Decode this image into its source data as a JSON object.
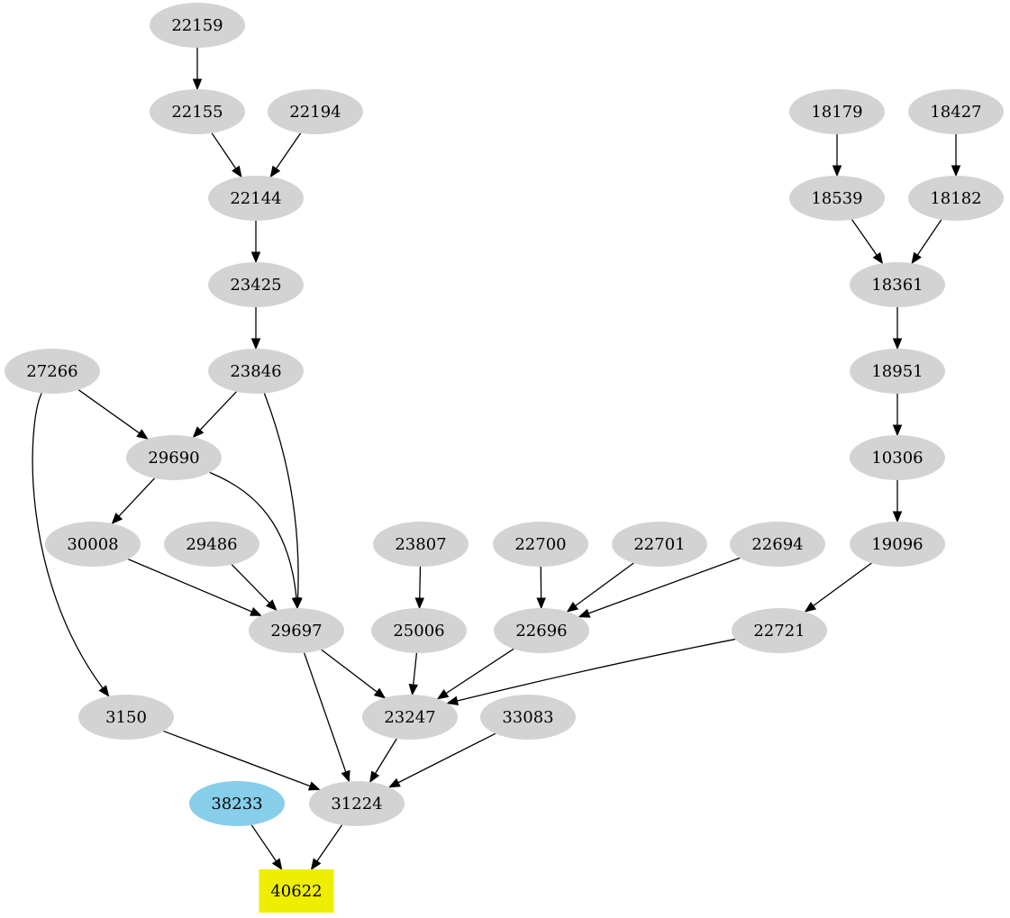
{
  "graph": {
    "colors": {
      "default_node": "#d3d3d3",
      "source_node": "#87ceeb",
      "target_node": "#eeee00",
      "edge": "#000000"
    },
    "nodes": [
      {
        "id": "22159",
        "label": "22159",
        "shape": "ellipse",
        "role": "default"
      },
      {
        "id": "22155",
        "label": "22155",
        "shape": "ellipse",
        "role": "default"
      },
      {
        "id": "22194",
        "label": "22194",
        "shape": "ellipse",
        "role": "default"
      },
      {
        "id": "22144",
        "label": "22144",
        "shape": "ellipse",
        "role": "default"
      },
      {
        "id": "23425",
        "label": "23425",
        "shape": "ellipse",
        "role": "default"
      },
      {
        "id": "27266",
        "label": "27266",
        "shape": "ellipse",
        "role": "default"
      },
      {
        "id": "23846",
        "label": "23846",
        "shape": "ellipse",
        "role": "default"
      },
      {
        "id": "29690",
        "label": "29690",
        "shape": "ellipse",
        "role": "default"
      },
      {
        "id": "30008",
        "label": "30008",
        "shape": "ellipse",
        "role": "default"
      },
      {
        "id": "29486",
        "label": "29486",
        "shape": "ellipse",
        "role": "default"
      },
      {
        "id": "23807",
        "label": "23807",
        "shape": "ellipse",
        "role": "default"
      },
      {
        "id": "22700",
        "label": "22700",
        "shape": "ellipse",
        "role": "default"
      },
      {
        "id": "22701",
        "label": "22701",
        "shape": "ellipse",
        "role": "default"
      },
      {
        "id": "22694",
        "label": "22694",
        "shape": "ellipse",
        "role": "default"
      },
      {
        "id": "19096",
        "label": "19096",
        "shape": "ellipse",
        "role": "default"
      },
      {
        "id": "29697",
        "label": "29697",
        "shape": "ellipse",
        "role": "default"
      },
      {
        "id": "25006",
        "label": "25006",
        "shape": "ellipse",
        "role": "default"
      },
      {
        "id": "22696",
        "label": "22696",
        "shape": "ellipse",
        "role": "default"
      },
      {
        "id": "22721",
        "label": "22721",
        "shape": "ellipse",
        "role": "default"
      },
      {
        "id": "3150",
        "label": "3150",
        "shape": "ellipse",
        "role": "default"
      },
      {
        "id": "23247",
        "label": "23247",
        "shape": "ellipse",
        "role": "default"
      },
      {
        "id": "33083",
        "label": "33083",
        "shape": "ellipse",
        "role": "default"
      },
      {
        "id": "38233",
        "label": "38233",
        "shape": "ellipse",
        "role": "source"
      },
      {
        "id": "31224",
        "label": "31224",
        "shape": "ellipse",
        "role": "default"
      },
      {
        "id": "40622",
        "label": "40622",
        "shape": "box",
        "role": "target"
      },
      {
        "id": "18179",
        "label": "18179",
        "shape": "ellipse",
        "role": "default"
      },
      {
        "id": "18427",
        "label": "18427",
        "shape": "ellipse",
        "role": "default"
      },
      {
        "id": "18539",
        "label": "18539",
        "shape": "ellipse",
        "role": "default"
      },
      {
        "id": "18182",
        "label": "18182",
        "shape": "ellipse",
        "role": "default"
      },
      {
        "id": "18361",
        "label": "18361",
        "shape": "ellipse",
        "role": "default"
      },
      {
        "id": "18951",
        "label": "18951",
        "shape": "ellipse",
        "role": "default"
      },
      {
        "id": "10306",
        "label": "10306",
        "shape": "ellipse",
        "role": "default"
      }
    ],
    "edges": [
      {
        "from": "22159",
        "to": "22155"
      },
      {
        "from": "22155",
        "to": "22144"
      },
      {
        "from": "22194",
        "to": "22144"
      },
      {
        "from": "22144",
        "to": "23425"
      },
      {
        "from": "23425",
        "to": "23846"
      },
      {
        "from": "27266",
        "to": "29690"
      },
      {
        "from": "27266",
        "to": "3150"
      },
      {
        "from": "23846",
        "to": "29690"
      },
      {
        "from": "23846",
        "to": "29697"
      },
      {
        "from": "29690",
        "to": "30008"
      },
      {
        "from": "29690",
        "to": "29697"
      },
      {
        "from": "30008",
        "to": "29697"
      },
      {
        "from": "29486",
        "to": "29697"
      },
      {
        "from": "23807",
        "to": "25006"
      },
      {
        "from": "22700",
        "to": "22696"
      },
      {
        "from": "22701",
        "to": "22696"
      },
      {
        "from": "22694",
        "to": "22696"
      },
      {
        "from": "19096",
        "to": "22721"
      },
      {
        "from": "29697",
        "to": "23247"
      },
      {
        "from": "29697",
        "to": "31224"
      },
      {
        "from": "25006",
        "to": "23247"
      },
      {
        "from": "22696",
        "to": "23247"
      },
      {
        "from": "22721",
        "to": "23247"
      },
      {
        "from": "3150",
        "to": "31224"
      },
      {
        "from": "23247",
        "to": "31224"
      },
      {
        "from": "33083",
        "to": "31224"
      },
      {
        "from": "38233",
        "to": "40622"
      },
      {
        "from": "31224",
        "to": "40622"
      },
      {
        "from": "18179",
        "to": "18539"
      },
      {
        "from": "18427",
        "to": "18182"
      },
      {
        "from": "18539",
        "to": "18361"
      },
      {
        "from": "18182",
        "to": "18361"
      },
      {
        "from": "18361",
        "to": "18951"
      },
      {
        "from": "18951",
        "to": "10306"
      },
      {
        "from": "10306",
        "to": "19096"
      }
    ]
  }
}
